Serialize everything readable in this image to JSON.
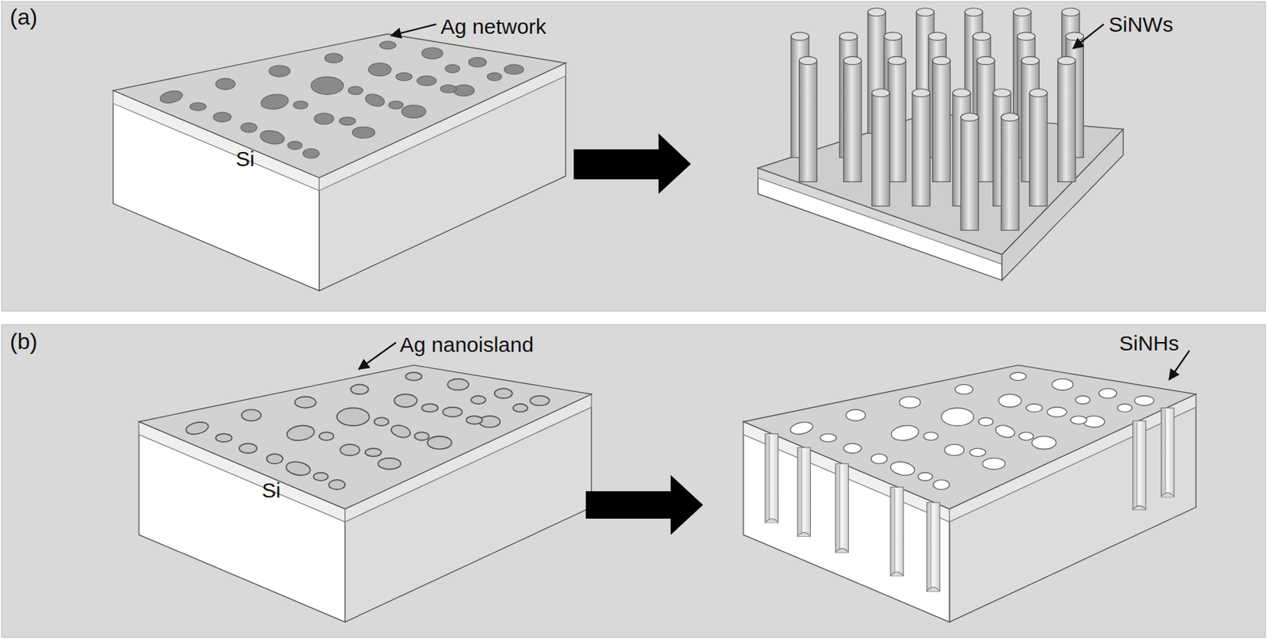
{
  "diagram": {
    "labels": [
      "(a)",
      "Ag network",
      "Si",
      "SiNWs",
      "(b)",
      "Ag nanoisland",
      "Si",
      "SiNHs"
    ]
  }
}
